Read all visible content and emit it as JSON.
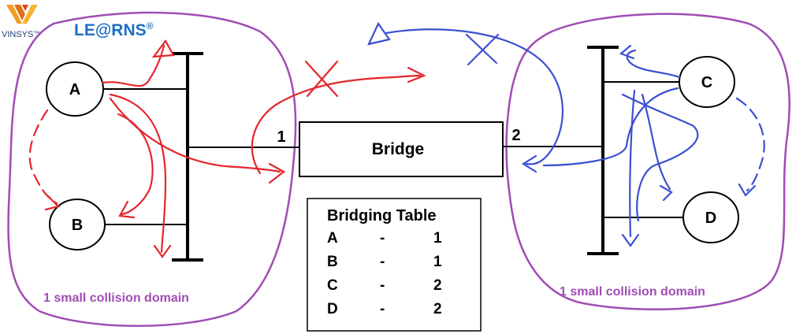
{
  "logo": {
    "brand": "VINSYS",
    "brand_suffix": "™",
    "learns": "LE@RNS",
    "learns_mark": "®"
  },
  "bridge": {
    "label": "Bridge",
    "port_left": "1",
    "port_right": "2"
  },
  "nodes": {
    "a": "A",
    "b": "B",
    "c": "C",
    "d": "D"
  },
  "bridging_table": {
    "title": "Bridging Table",
    "rows": [
      {
        "host": "A",
        "sep": "-",
        "port": "1"
      },
      {
        "host": "B",
        "sep": "-",
        "port": "1"
      },
      {
        "host": "C",
        "sep": "-",
        "port": "2"
      },
      {
        "host": "D",
        "sep": "-",
        "port": "2"
      }
    ]
  },
  "domains": {
    "left_label": "1 small collision domain",
    "right_label": "1 small collision domain"
  },
  "colors": {
    "domain": "#a14cb4",
    "red_annot": "#e4262c",
    "blue_annot": "#3a4fd0",
    "logo_blue": "#1d6fc2",
    "logo_orange": "#e88a1a"
  }
}
